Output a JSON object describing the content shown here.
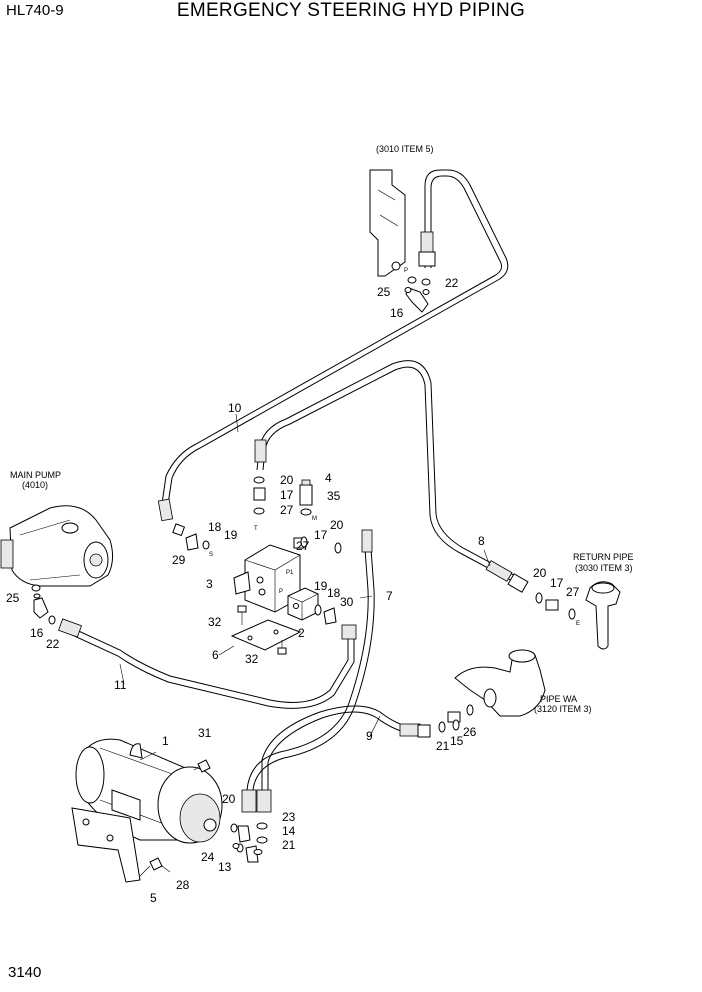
{
  "header": {
    "model": "HL740-9",
    "title": "EMERGENCY STEERING HYD PIPING"
  },
  "footer": {
    "page_number": "3140"
  },
  "references": {
    "top_valve": "(3010 ITEM 5)",
    "main_pump_1": "MAIN PUMP",
    "main_pump_2": "(4010)",
    "return_pipe_1": "RETURN PIPE",
    "return_pipe_2": "(3030 ITEM 3)",
    "pipe_wa_1": "PIPE WA",
    "pipe_wa_2": "(3120 ITEM 3)"
  },
  "ports": {
    "p_top": "P",
    "s": "S",
    "t": "T",
    "m": "M",
    "p1": "P1",
    "p": "P",
    "e": "E"
  },
  "callouts": {
    "c1": "1",
    "c2": "2",
    "c3": "3",
    "c4": "4",
    "c5": "5",
    "c6": "6",
    "c7": "7",
    "c8": "8",
    "c9": "9",
    "c10": "10",
    "c11": "11",
    "c13": "13",
    "c14": "14",
    "c15": "15",
    "c16a": "16",
    "c16b": "16",
    "c17a": "17",
    "c17b": "17",
    "c17c": "17",
    "c18a": "18",
    "c18b": "18",
    "c19a": "19",
    "c19b": "19",
    "c20a": "20",
    "c20b": "20",
    "c20c": "20",
    "c20d": "20",
    "c21a": "21",
    "c21b": "21",
    "c22a": "22",
    "c22b": "22",
    "c23": "23",
    "c24": "24",
    "c25a": "25",
    "c25b": "25",
    "c26": "26",
    "c27a": "27",
    "c27b": "27",
    "c27c": "27",
    "c28": "28",
    "c29": "29",
    "c30": "30",
    "c31": "31",
    "c32a": "32",
    "c32b": "32",
    "c35": "35"
  }
}
